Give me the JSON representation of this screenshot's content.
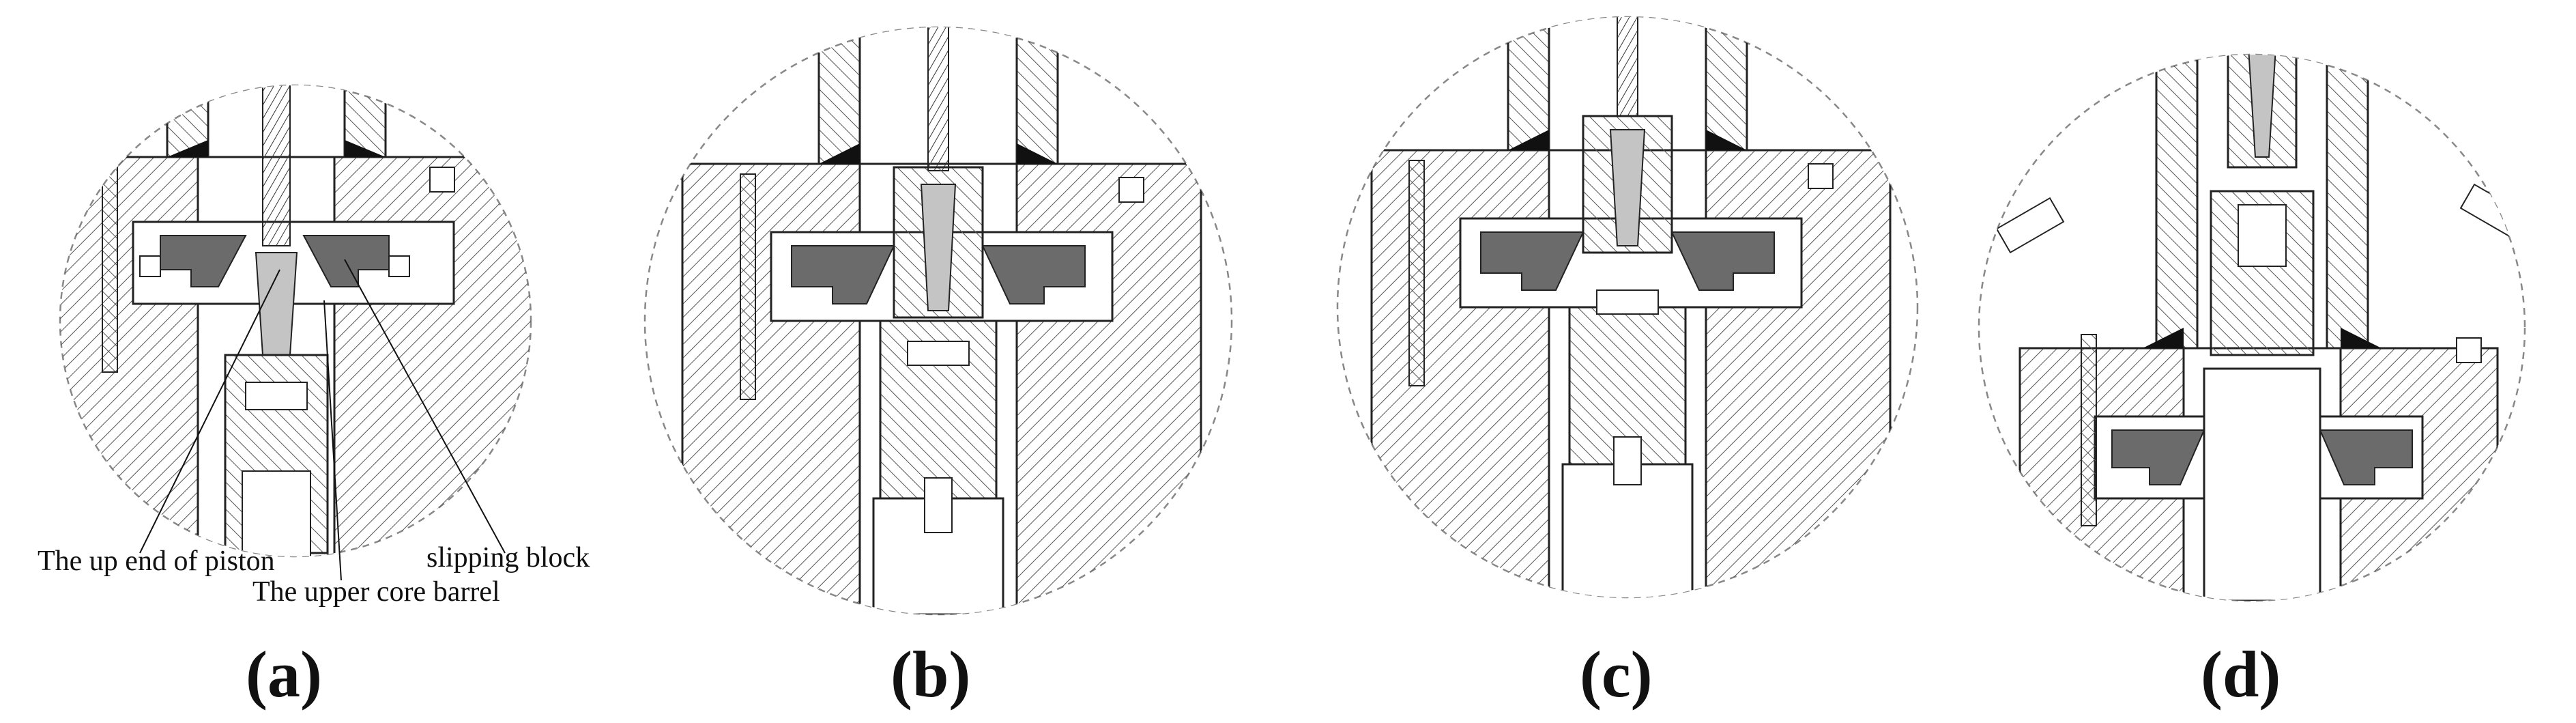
{
  "annotations": {
    "piston_up_end": "The up end of piston",
    "upper_core_barrel": "The upper core barrel",
    "slipping_block": "slipping block"
  },
  "subfigure_labels": [
    "(a)",
    "(b)",
    "(c)",
    "(d)"
  ],
  "colors": {
    "line": "#222222",
    "hatch": "#555555",
    "wedge_fill": "#6b6b6b",
    "cone_fill": "#c4c4c4",
    "triangle_mark": "#111111",
    "background": "#ffffff"
  }
}
